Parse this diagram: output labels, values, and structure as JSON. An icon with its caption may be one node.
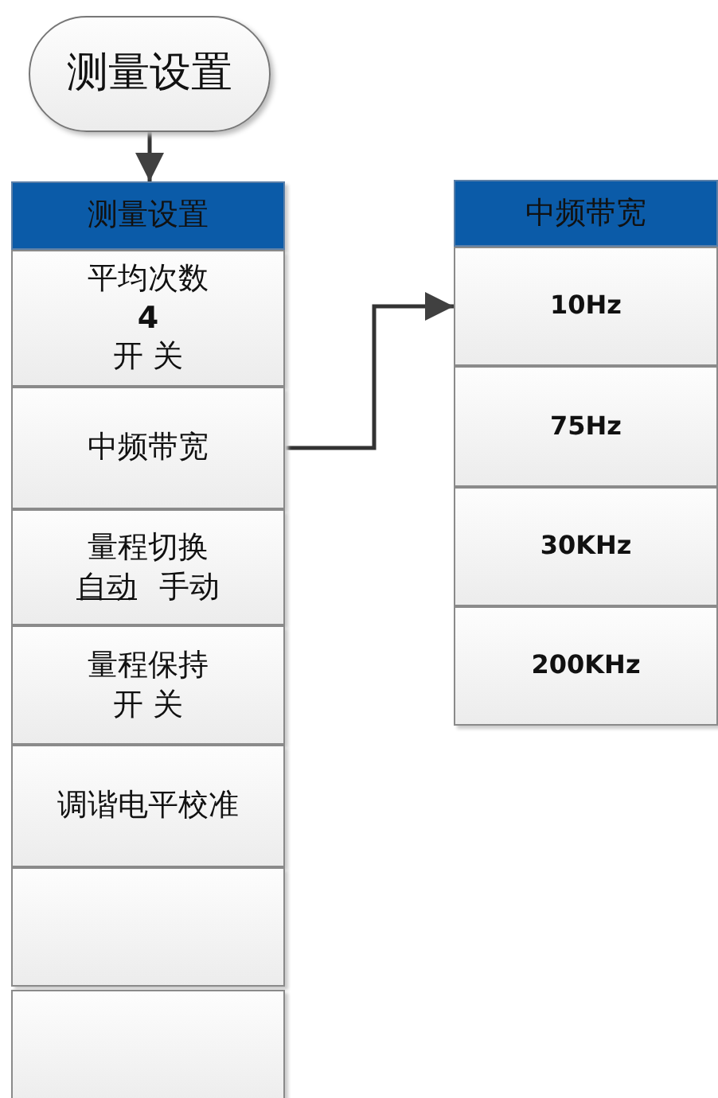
{
  "diagram": {
    "nodes": [
      {
        "text": [
          "测量设置"
        ]
      },
      {
        "text": [
          "测量设置"
        ]
      },
      {
        "text": [
          "平均次数",
          "4",
          "开 关"
        ]
      },
      {
        "text": [
          "中频带宽"
        ]
      },
      {
        "text": [
          "量程切换",
          "自动",
          "手动"
        ]
      },
      {
        "text": [
          "量程保持",
          "开 关"
        ]
      },
      {
        "text": [
          "调谐电平校准"
        ]
      },
      {
        "text": [],
        "shape": "box"
      },
      {
        "text": [],
        "shape": "box"
      },
      {
        "text": [
          "中频带宽"
        ]
      },
      {
        "text": [
          "10Hz"
        ]
      },
      {
        "text": [
          "75Hz"
        ]
      },
      {
        "text": [
          "30KHz"
        ]
      },
      {
        "text": [
          "200KHz"
        ]
      }
    ],
    "edges": [
      {
        "from": 0,
        "to": 1,
        "arrow": "to"
      },
      {
        "from": 3,
        "to": 10,
        "arrow": "to"
      }
    ]
  }
}
